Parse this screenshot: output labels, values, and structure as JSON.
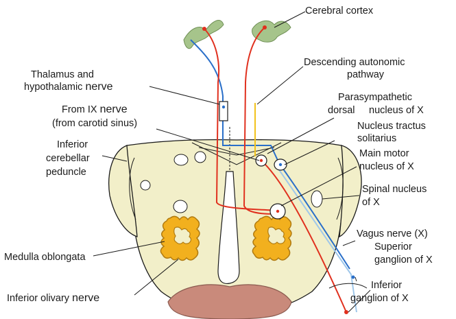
{
  "diagram": {
    "labels": {
      "cerebral_cortex": "Cerebral cortex",
      "descending_autonomic_1": "Descending autonomic",
      "descending_autonomic_2": "pathway",
      "thalamus_1": "Thalamus and",
      "thalamus_2a": "hypothalamic ",
      "thalamus_2b": "nerve",
      "from_ix_1a": "From IX ",
      "from_ix_1b": "nerve",
      "from_ix_2": "(from carotid sinus)",
      "parasympathetic_1": "Parasympathetic",
      "parasympathetic_2": "dorsal",
      "parasympathetic_3": "nucleus of X",
      "tractus_1": "Nucleus tractus",
      "tractus_2": "solitarius",
      "inferior_cerebellar_1": "Inferior",
      "inferior_cerebellar_2": "cerebellar",
      "inferior_cerebellar_3": "peduncle",
      "main_motor_1": "Main motor",
      "main_motor_2": "nucleus of X",
      "spinal_1": "Spinal nucleus",
      "spinal_2": "of X",
      "vagus": "Vagus nerve (X)",
      "superior_1": "Superior",
      "superior_2": "ganglion of X",
      "medulla": "Medulla oblongata",
      "inferior_gang_1": "Inferior",
      "inferior_gang_2": "ganglion of X",
      "olivary_a": "Inferior olivary ",
      "olivary_b": "nerve"
    },
    "colors": {
      "medulla_fill": "#f2efc9",
      "outline": "#1a1a1a",
      "pyramid_fill": "#c98a7b",
      "olive_fill": "#f2b01e",
      "cortex_fill": "#a6c48b",
      "red_pathway": "#e0301e",
      "blue_pathway": "#2a6fc9",
      "light_blue_pathway": "#9fc7ea",
      "yellow_pathway": "#f2c21b"
    }
  }
}
